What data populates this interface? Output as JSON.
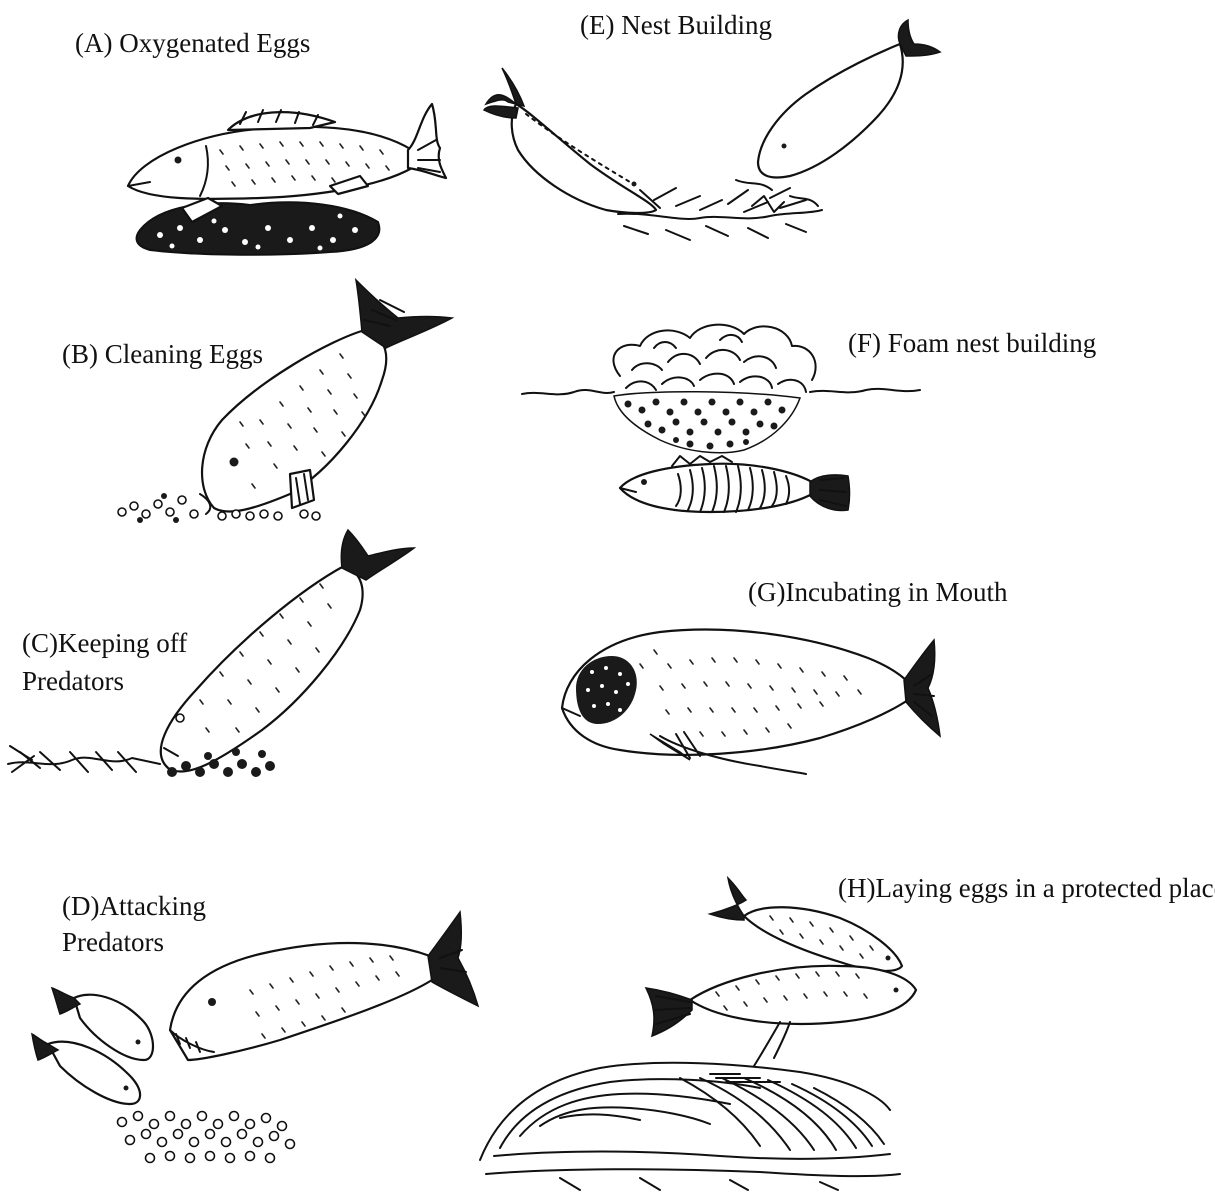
{
  "diagram": {
    "panels": [
      {
        "id": "A",
        "label": "(A) Oxygenated Eggs"
      },
      {
        "id": "B",
        "label": "(B) Cleaning Eggs"
      },
      {
        "id": "C",
        "label_line1": "(C)Keeping off",
        "label_line2": "Predators"
      },
      {
        "id": "D",
        "label_line1": "(D)Attacking",
        "label_line2": "Predators"
      },
      {
        "id": "E",
        "label": "(E) Nest Building"
      },
      {
        "id": "F",
        "label": "(F) Foam nest building"
      },
      {
        "id": "G",
        "label": "(G)Incubating in Mouth"
      },
      {
        "id": "H",
        "label": "(H)Laying eggs in a protected place"
      }
    ]
  }
}
